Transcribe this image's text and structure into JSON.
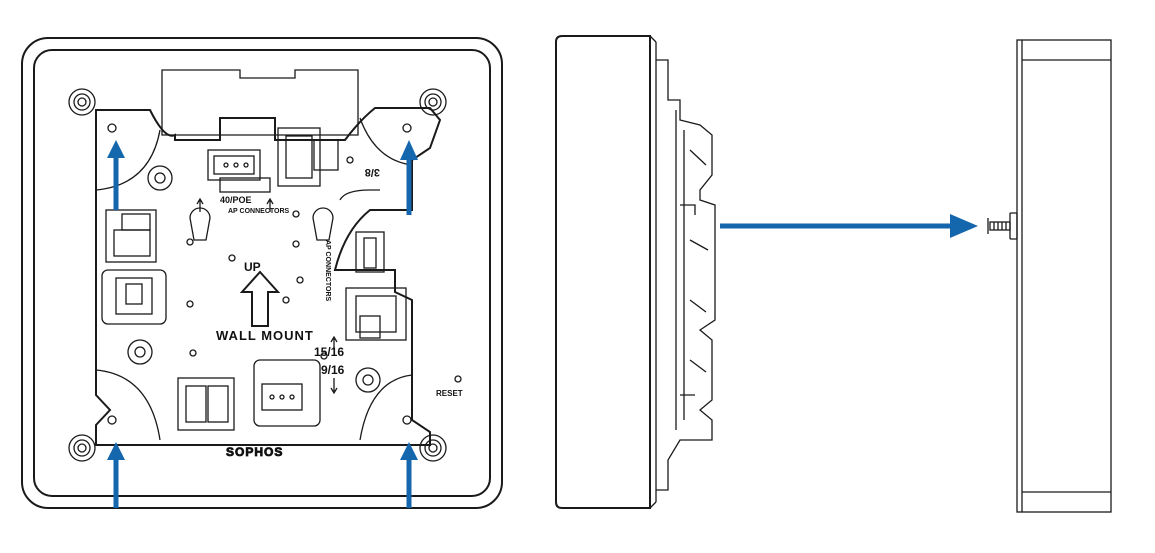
{
  "accent_color": "#1466ad",
  "front_view": {
    "labels": {
      "wall_mount": "WALL MOUNT",
      "up": "UP",
      "ap_connectors_top": "AP CONNECTORS",
      "ap_connectors_side": "AP CONNECTORS",
      "poe": "40/POE",
      "size_15_16": "15/16",
      "size_9_16": "9/16",
      "size_3_8": "3/8",
      "reset": "RESET",
      "brand": "SOPHOS"
    }
  },
  "icons": {
    "mount_arrows": "arrow-up-icon",
    "insert_arrow": "arrow-right-icon",
    "screw": "screw-icon"
  }
}
